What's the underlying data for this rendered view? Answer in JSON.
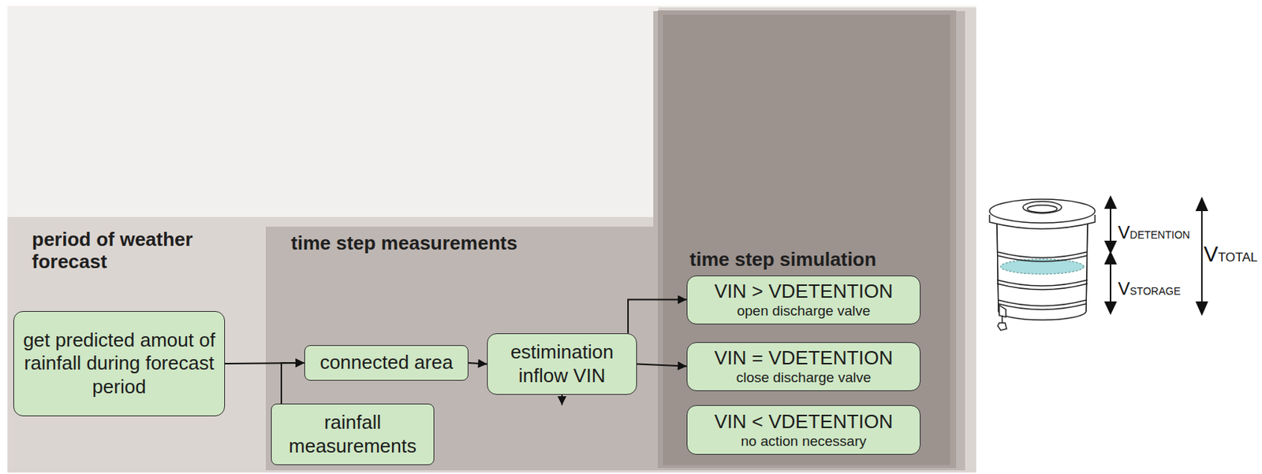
{
  "diagram": {
    "nodes": [
      {
        "text": [
          "period of weather forecast"
        ]
      },
      {
        "text": [
          "time step measurements"
        ],
        "in": 0
      },
      {
        "text": [
          "time step simulation"
        ],
        "in": 1
      },
      {
        "text": [
          "get predicted amout of rainfall during forecast period"
        ],
        "in": 0
      },
      {
        "text": [
          "connected area"
        ],
        "in": 1
      },
      {
        "text": [
          "rainfall measurements"
        ],
        "in": 1
      },
      {
        "text": [
          "estimination inflow VIN"
        ],
        "in": 1
      },
      {
        "text": [
          "VIN > VDETENTION",
          "open discharge valve"
        ],
        "in": 2
      },
      {
        "text": [
          "VIN = VDETENTION",
          "close discharge valve"
        ],
        "in": 2
      },
      {
        "text": [
          "VIN < VDETENTION",
          "no action necessary"
        ],
        "in": 2
      }
    ],
    "edges": [
      {
        "from": 3,
        "to": 4,
        "arrow": "to"
      },
      {
        "from": 5,
        "to": 4,
        "arrow": "to"
      },
      {
        "from": 4,
        "to": 6,
        "arrow": "to"
      },
      {
        "from": 6,
        "to": 7,
        "arrow": "to"
      },
      {
        "from": 6,
        "to": 8,
        "arrow": "to"
      },
      {
        "from": 6,
        "to": 9,
        "arrow": "to"
      }
    ],
    "labels": [
      "VDETENTION",
      "VSTORAGE",
      "VTOTAL"
    ]
  }
}
